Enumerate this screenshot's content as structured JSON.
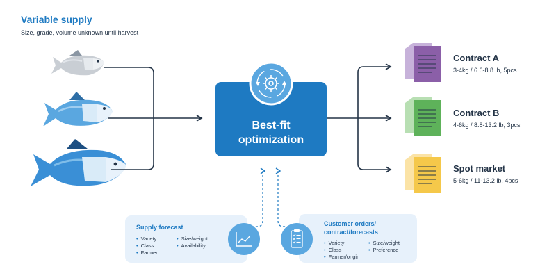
{
  "header": {
    "title": "Variable supply",
    "subtitle": "Size, grade, volume unknown until harvest"
  },
  "optimizer": {
    "label_line1": "Best-fit",
    "label_line2": "optimization",
    "icon": "gear-cycle-icon"
  },
  "destinations": [
    {
      "title": "Contract A",
      "detail": "3-4kg / 6.6-8.8 lb, 5pcs",
      "color": "#8b5fa8"
    },
    {
      "title": "Contract B",
      "detail": "4-6kg / 8.8-13.2 lb, 3pcs",
      "color": "#5eb25a"
    },
    {
      "title": "Spot market",
      "detail": "5-6kg / 11-13.2 lb, 4pcs",
      "color": "#f5c84a"
    }
  ],
  "supply_forecast": {
    "title": "Supply forecast",
    "col1": [
      "Variety",
      "Class",
      "Farmer"
    ],
    "col2": [
      "Size/weight",
      "Availability"
    ],
    "icon": "line-chart-icon"
  },
  "customer_orders": {
    "title_line1": "Customer orders/",
    "title_line2": "contract/forecasts",
    "col1": [
      "Variety",
      "Class",
      "Farmer/origin"
    ],
    "col2": [
      "Size/weight",
      "Preference"
    ],
    "icon": "clipboard-checklist-icon"
  },
  "colors": {
    "accent": "#1e7ac2",
    "navy": "#243447",
    "panel_bg": "#e7f1fb"
  }
}
